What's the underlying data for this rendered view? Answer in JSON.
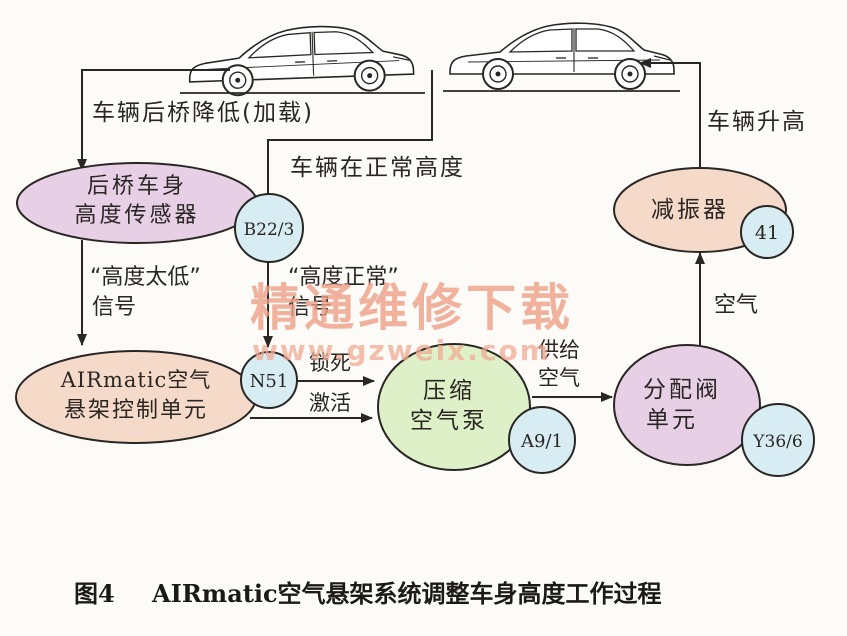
{
  "colors": {
    "pink": "#e7cfe6",
    "lightblue": "#d7ecf3",
    "green": "#def0c7",
    "peach": "#f6dac9",
    "watermark": "#ec9f86",
    "watermark_url": "#f0aa93"
  },
  "labels": {
    "rear_lowered": "车辆后桥降低(加载)",
    "normal_height": "车辆在正常高度",
    "raised": "车辆升高",
    "too_low_1": "“高度太低”",
    "too_low_2": "信号",
    "normal_1": "“高度正常”",
    "normal_2": "信号",
    "lock": "锁死",
    "activate": "激活",
    "supply_1": "供给",
    "supply_2": "空气",
    "air": "空气"
  },
  "nodes": {
    "sensor_1": "后桥车身",
    "sensor_2": "高度传感器",
    "sensor_badge": "B22/3",
    "ctrl_1": "AIRmatic空气",
    "ctrl_2": "悬架控制单元",
    "ctrl_badge": "N51",
    "pump_1": "压缩",
    "pump_2": "空气泵",
    "pump_badge": "A9/1",
    "valve_1": "分配阀",
    "valve_2": "单元",
    "valve_badge": "Y36/6",
    "damper": "减振器",
    "damper_badge": "41"
  },
  "watermark": {
    "text": "精通维修下载",
    "url": "www.gzweix.com"
  },
  "caption": {
    "fig": "图4",
    "title": "AIRmatic空气悬架系统调整车身高度工作过程"
  },
  "icons": [
    "car-lowered-icon",
    "car-normal-icon"
  ]
}
